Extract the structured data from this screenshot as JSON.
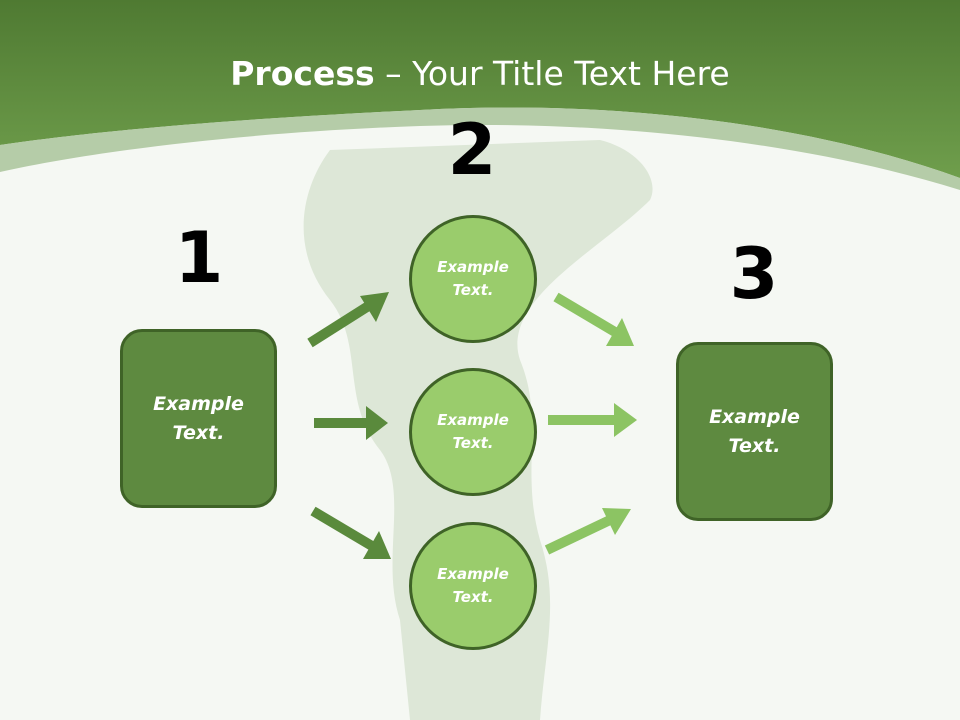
{
  "header": {
    "title_bold": "Process",
    "title_rest": " – Your Title Text Here",
    "band_color": "#5f8e3e"
  },
  "stages": [
    {
      "number": "1"
    },
    {
      "number": "2"
    },
    {
      "number": "3"
    }
  ],
  "input_box": {
    "line1": "Example",
    "line2": "Text."
  },
  "middle_items": [
    {
      "line1": "Example",
      "line2": "Text."
    },
    {
      "line1": "Example",
      "line2": "Text."
    },
    {
      "line1": "Example",
      "line2": "Text."
    }
  ],
  "output_box": {
    "line1": "Example",
    "line2": "Text."
  },
  "colors": {
    "box_fill": "#5e8a40",
    "circle_fill": "#9acc6c",
    "arrow_dark": "#5a8a3c",
    "arrow_light": "#8cc463"
  }
}
